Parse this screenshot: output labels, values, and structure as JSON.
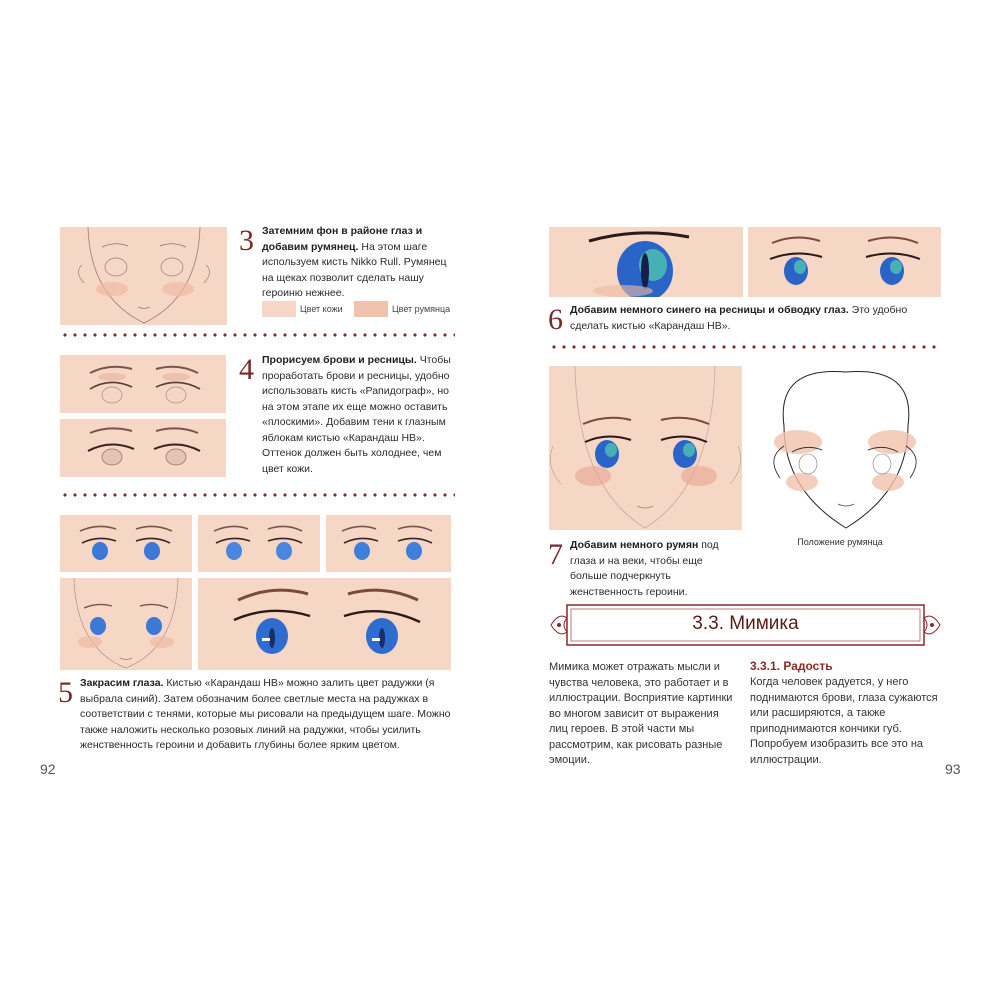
{
  "left_page": {
    "page_number": "92",
    "step3": {
      "number": "3",
      "bold": "Затемним фон в районе глаз и добавим румянец.",
      "text": " На этом шаге используем кисть Nikko Rull. Румянец на щеках позволит сделать нашу героиню нежнее.",
      "swatch_skin_label": "Цвет кожи",
      "swatch_blush_label": "Цвет румянца"
    },
    "step4": {
      "number": "4",
      "bold": "Прорисуем брови и ресницы.",
      "text": " Чтобы проработать брови и ресницы, удобно использовать кисть «Рапидограф», но на этом этапе их еще можно оставить «плоскими». Добавим тени к глазным яблокам кистью «Карандаш HB». Оттенок должен быть холоднее, чем цвет кожи."
    },
    "step5": {
      "number": "5",
      "bold": "Закрасим глаза.",
      "text": " Кистью «Карандаш HB» можно залить цвет радужки (я выбрала синий). Затем обозначим более светлые места на радужках в соответствии с тенями, которые мы рисовали на предыдущем шаге. Можно также наложить несколько розовых линий на радужки, чтобы усилить женственность героини и добавить глубины более ярким цветом."
    }
  },
  "right_page": {
    "page_number": "93",
    "step6": {
      "number": "6",
      "bold": "Добавим немного синего на ресницы и обводку глаз.",
      "text": " Это удобно сделать кистью «Карандаш HB»."
    },
    "step7": {
      "number": "7",
      "bold": "Добавим немного румян",
      "text": " под глаза и на веки, чтобы еще больше подчеркнуть женственность героини."
    },
    "blush_caption": "Положение румянца",
    "section_title": "3.3. Мимика",
    "intro_text": "Мимика может отражать мысли и чувства человека, это работает и в иллюстрации. Восприятие картинки во многом зависит от выражения лиц героев. В этой части мы рассмотрим, как рисовать разные эмоции.",
    "subsection_title": "3.3.1. Радость",
    "subsection_text": "Когда человек радуется, у него поднимаются брови, глаза сужаются или расширяются, а также приподнимаются кончики губ. Попробуем изобразить все это на иллюстрации."
  },
  "colors": {
    "skin": "#f6d6c4",
    "blush": "#f1c2ad",
    "accent": "#8a2a28",
    "iris": "#3b78d8"
  }
}
